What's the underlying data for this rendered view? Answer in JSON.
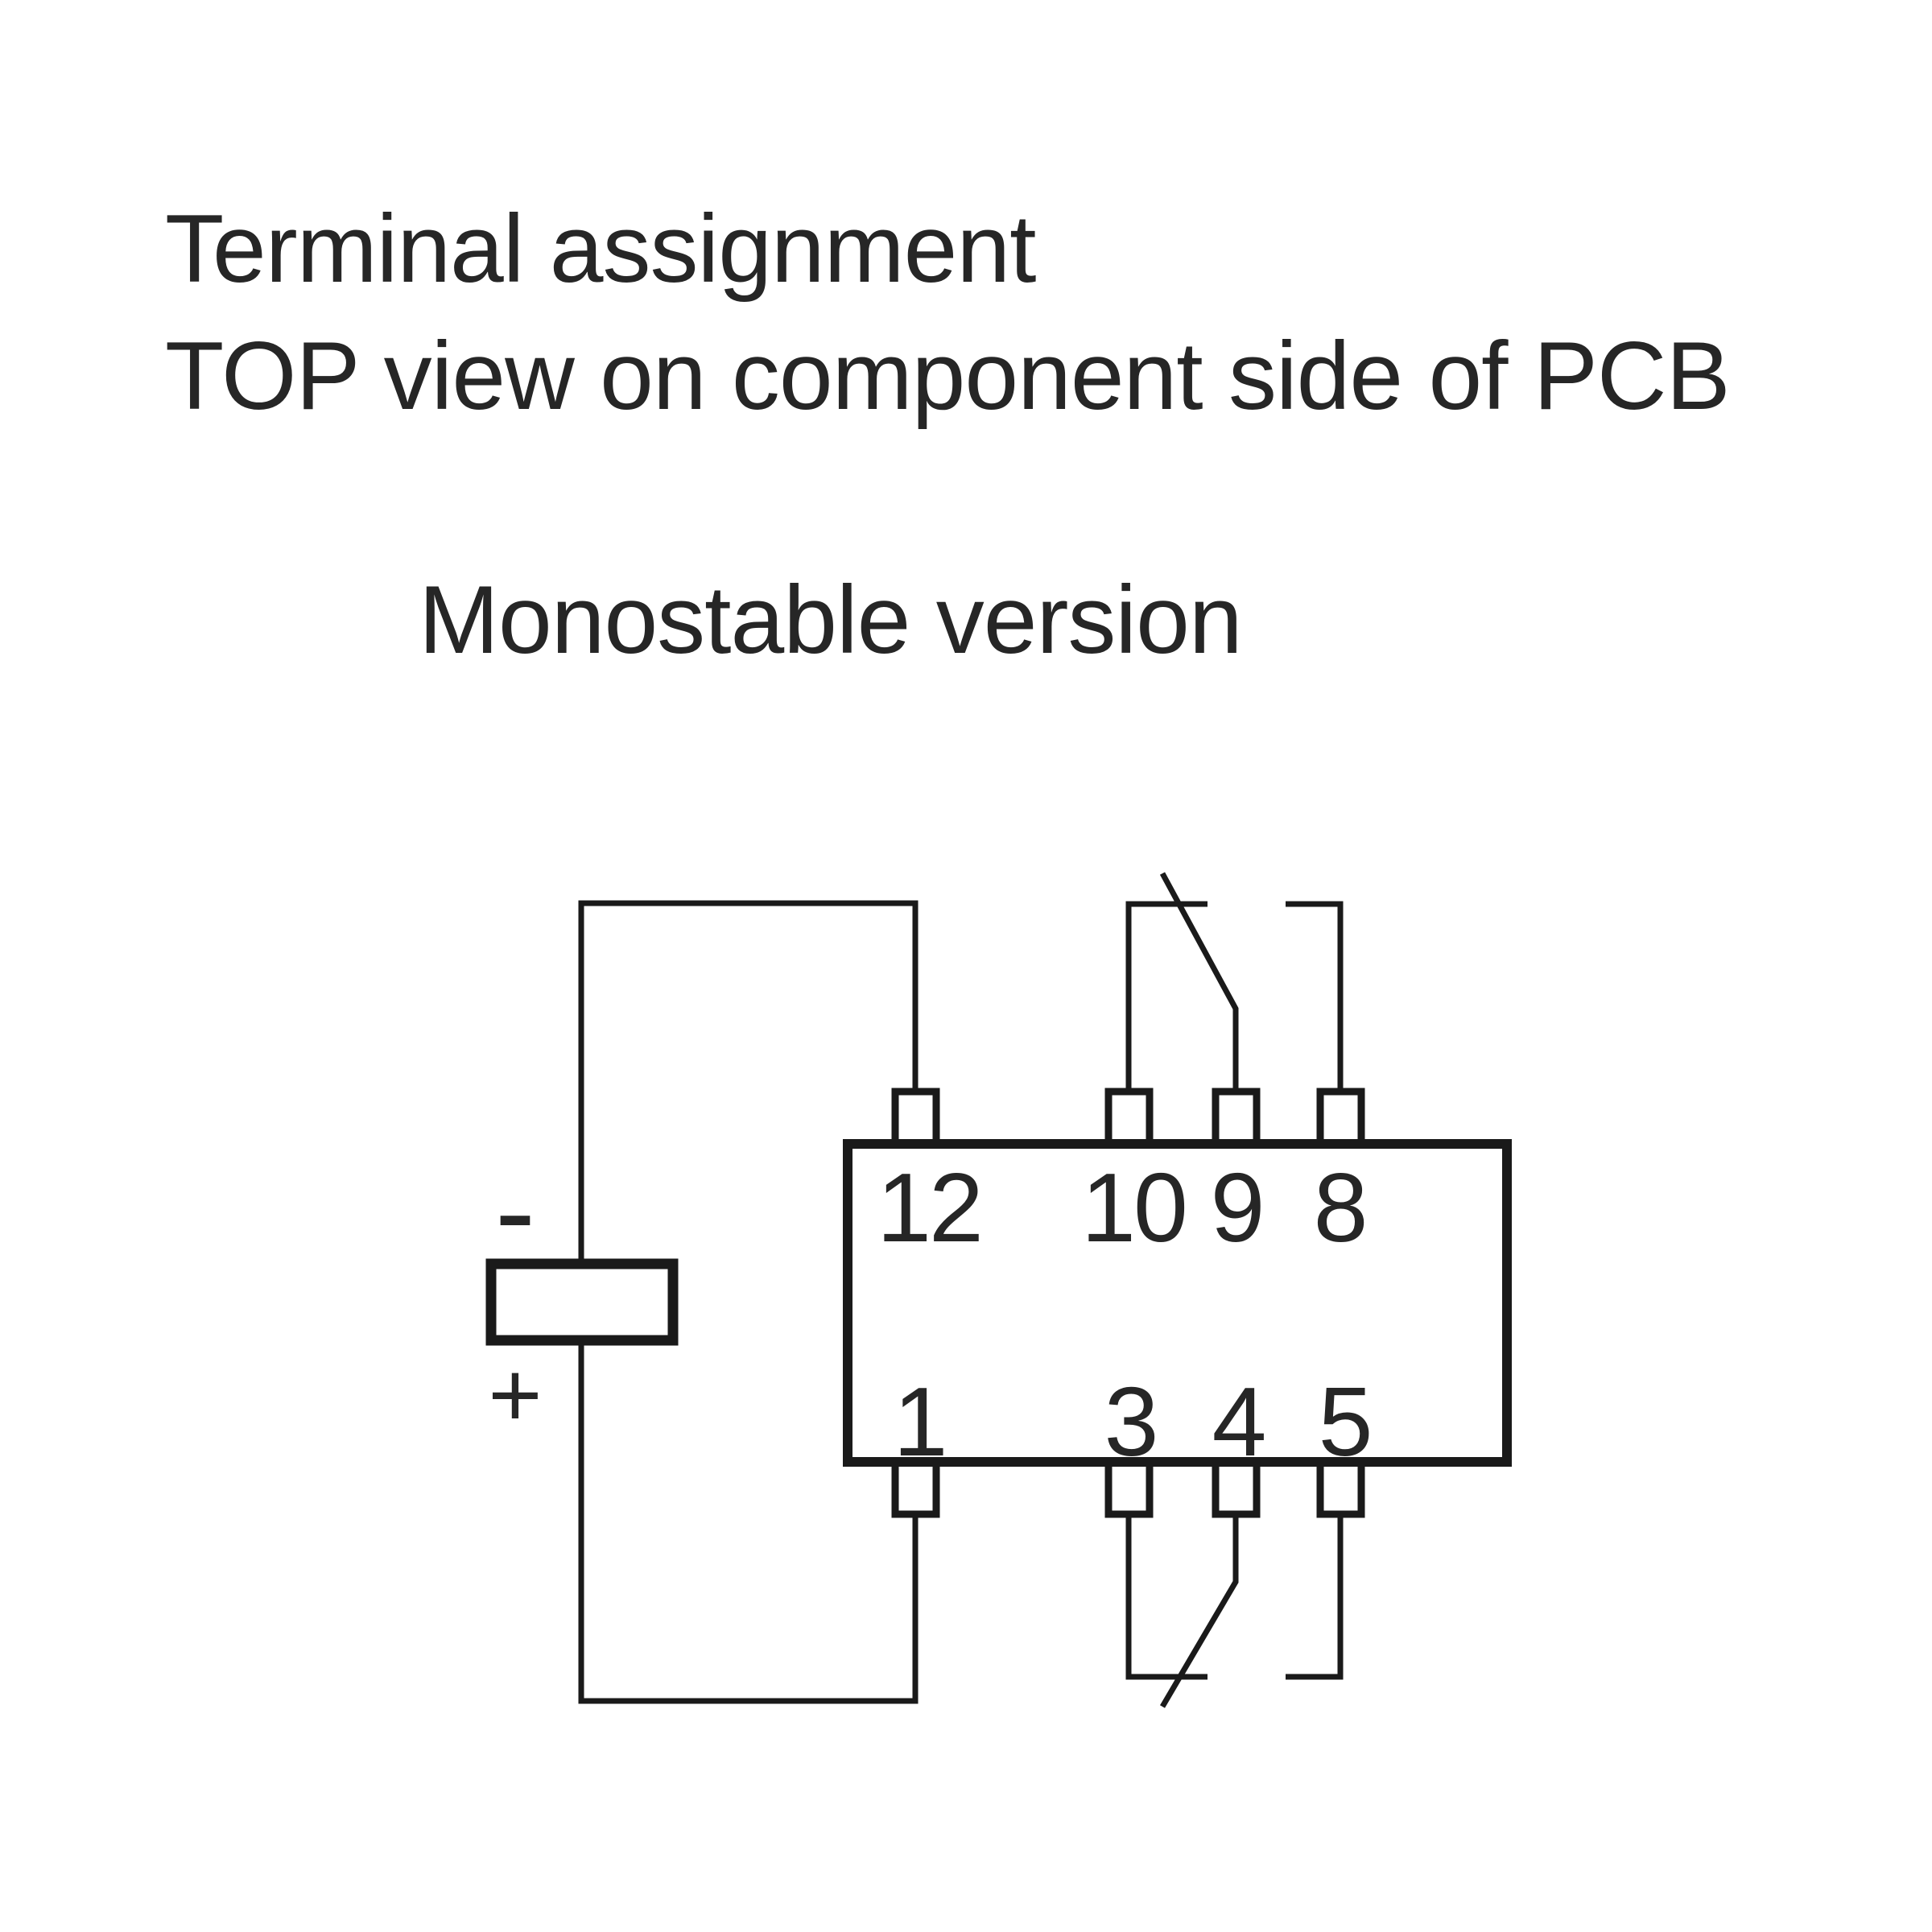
{
  "header": {
    "line1": "Terminal assignment",
    "line2": "TOP view on component side of PCB"
  },
  "subtitle": "Monostable version",
  "diagram": {
    "relay": {
      "top_pins": [
        {
          "label": "12"
        },
        {
          "label": "10"
        },
        {
          "label": "9"
        },
        {
          "label": "8"
        }
      ],
      "bottom_pins": [
        {
          "label": "1"
        },
        {
          "label": "3"
        },
        {
          "label": "4"
        },
        {
          "label": "5"
        }
      ]
    },
    "battery": {
      "minus_label": "-",
      "plus_label": "+"
    },
    "colors": {
      "line": "#1a1a1a",
      "text": "#262626",
      "background": "#ffffff"
    }
  }
}
